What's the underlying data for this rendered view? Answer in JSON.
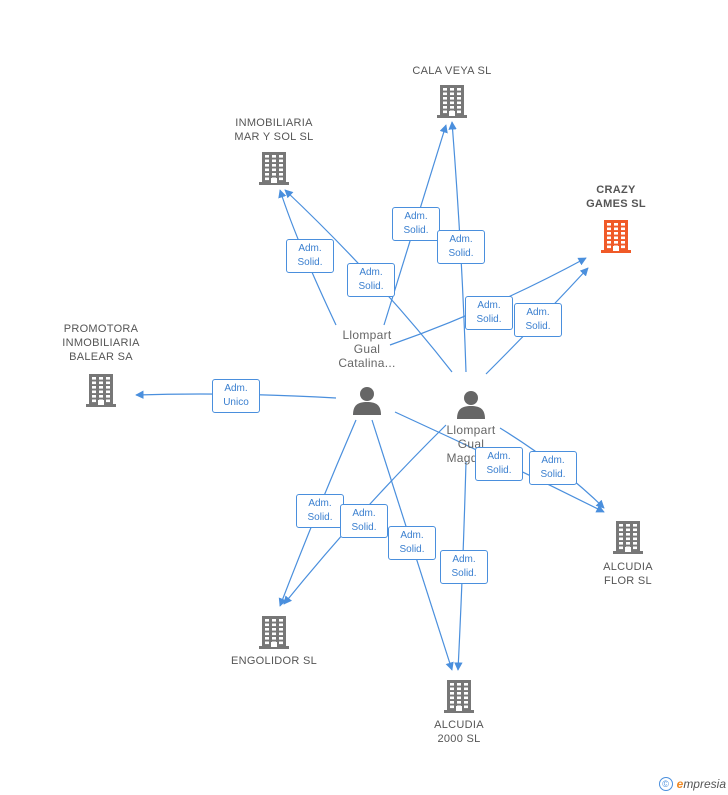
{
  "colors": {
    "edge": "#4a8fdd",
    "building": "#777777",
    "building_highlight": "#f05a28",
    "person": "#666666"
  },
  "companies": [
    {
      "id": "cala_veya",
      "label_lines": [
        "CALA VEYA SL"
      ],
      "highlight": false
    },
    {
      "id": "inmobiliaria",
      "label_lines": [
        "INMOBILIARIA",
        "MAR Y SOL SL"
      ],
      "highlight": false
    },
    {
      "id": "crazy_games",
      "label_lines": [
        "CRAZY",
        "GAMES SL"
      ],
      "highlight": true
    },
    {
      "id": "promotora",
      "label_lines": [
        "PROMOTORA",
        "INMOBILIARIA",
        "BALEAR SA"
      ],
      "highlight": false
    },
    {
      "id": "alcudia_flor",
      "label_lines": [
        "ALCUDIA",
        "FLOR SL"
      ],
      "highlight": false
    },
    {
      "id": "engolidor",
      "label_lines": [
        "ENGOLIDOR SL"
      ],
      "highlight": false
    },
    {
      "id": "alcudia_2000",
      "label_lines": [
        "ALCUDIA",
        "2000 SL"
      ],
      "highlight": false
    }
  ],
  "people": [
    {
      "id": "catalina",
      "label_lines": [
        "Llompart",
        "Gual",
        "Catalina..."
      ]
    },
    {
      "id": "magda",
      "label_lines": [
        "Llompart",
        "Gual",
        "Magda..."
      ]
    }
  ],
  "edges": [
    {
      "from": "catalina",
      "to": "inmobiliaria",
      "role_lines": [
        "Adm.",
        "Solid."
      ]
    },
    {
      "from": "catalina",
      "to": "cala_veya",
      "role_lines": [
        "Adm.",
        "Solid."
      ]
    },
    {
      "from": "catalina",
      "to": "promotora",
      "role_lines": [
        "Adm.",
        "Unico"
      ]
    },
    {
      "from": "catalina",
      "to": "engolidor",
      "role_lines": [
        "Adm.",
        "Solid."
      ]
    },
    {
      "from": "catalina",
      "to": "alcudia_2000",
      "role_lines": [
        "Adm.",
        "Solid."
      ]
    },
    {
      "from": "catalina",
      "to": "alcudia_flor",
      "role_lines": [
        "Adm.",
        "Solid."
      ]
    },
    {
      "from": "magda",
      "to": "inmobiliaria",
      "role_lines": [
        "Adm.",
        "Solid."
      ]
    },
    {
      "from": "magda",
      "to": "cala_veya",
      "role_lines": [
        "Adm.",
        "Solid."
      ]
    },
    {
      "from": "magda",
      "to": "crazy_games",
      "role_lines": [
        "Adm.",
        "Solid."
      ]
    },
    {
      "from": "catalina",
      "to": "crazy_games",
      "role_lines": [
        "Adm.",
        "Solid."
      ]
    },
    {
      "from": "magda",
      "to": "alcudia_flor",
      "role_lines": [
        "Adm.",
        "Solid."
      ]
    },
    {
      "from": "magda",
      "to": "engolidor",
      "role_lines": [
        "Adm.",
        "Solid."
      ]
    },
    {
      "from": "magda",
      "to": "alcudia_2000",
      "role_lines": [
        "Adm.",
        "Solid."
      ]
    }
  ],
  "footer": {
    "copyright_symbol": "©",
    "brand_initial": "e",
    "brand_rest": "mpresia"
  }
}
